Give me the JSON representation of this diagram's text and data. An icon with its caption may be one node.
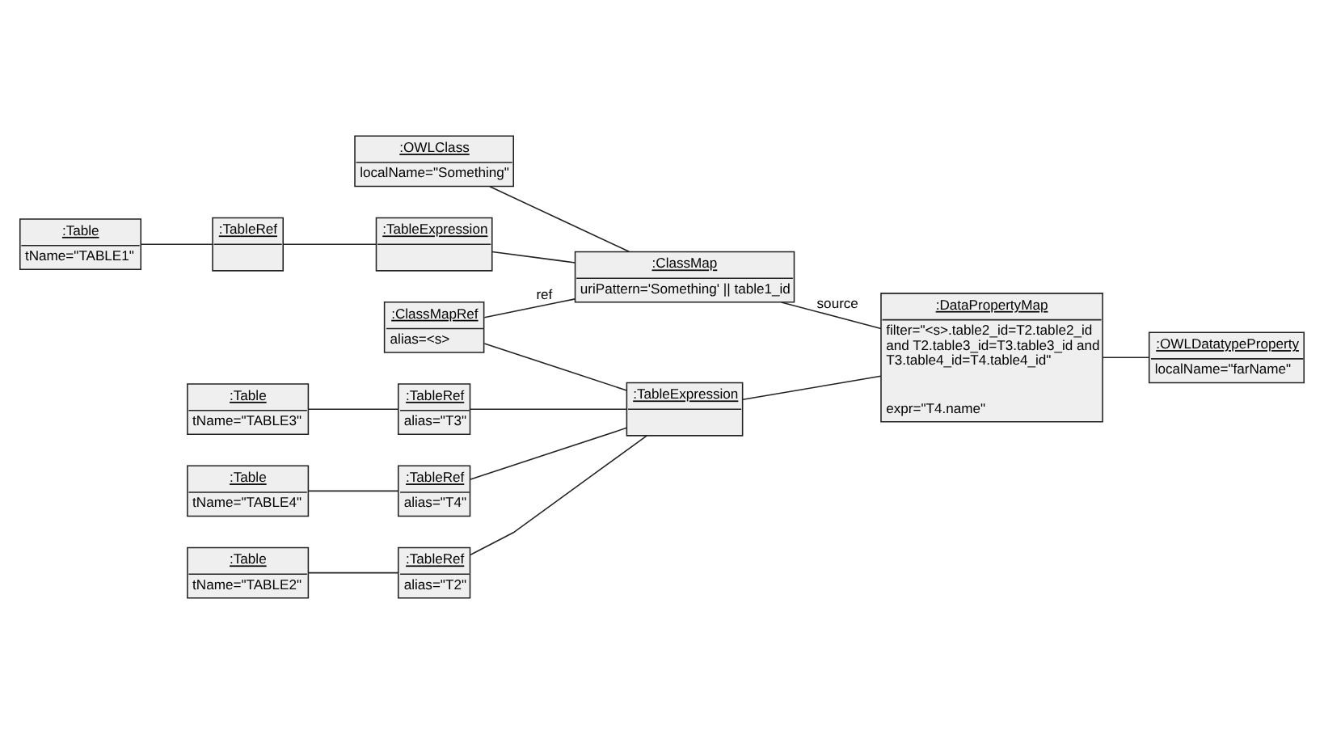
{
  "diagram": {
    "nodes": [
      {
        "text": [
          ":Table",
          "tName=\"TABLE1\""
        ]
      },
      {
        "text": [
          ":TableRef"
        ]
      },
      {
        "text": [
          ":TableExpression"
        ]
      },
      {
        "text": [
          ":OWLClass",
          "localName=\"Something\""
        ]
      },
      {
        "text": [
          ":ClassMapRef",
          "alias=<s>"
        ]
      },
      {
        "text": [
          ":ClassMap",
          "uriPattern='Something' || table1_id"
        ]
      },
      {
        "text": [
          ":Table",
          "tName=\"TABLE2\""
        ]
      },
      {
        "text": [
          ":TableRef",
          "alias=\"T2\""
        ]
      },
      {
        "text": [
          ":TableExpression"
        ]
      },
      {
        "text": [
          ":DataPropertyMap",
          "filter=\"<s>.table2_id=T2.table2_id and T2.table3_id=T3.table3_id and T3.table4_id=T4.table4_id\"",
          "expr=\"T4.name\""
        ]
      },
      {
        "text": [
          ":Table",
          "tName=\"TABLE3\""
        ]
      },
      {
        "text": [
          ":TableRef",
          "alias=\"T3\""
        ]
      },
      {
        "text": [
          ":Table",
          "tName=\"TABLE4\""
        ]
      },
      {
        "text": [
          ":TableRef",
          "alias=\"T4\""
        ]
      },
      {
        "text": [
          ":OWLDatatypeProperty",
          "localName=\"farName\""
        ]
      }
    ],
    "edges": [
      {
        "from": 0,
        "to": 1,
        "arrow": "none"
      },
      {
        "from": 1,
        "to": 2,
        "arrow": "none"
      },
      {
        "from": 2,
        "to": 5,
        "arrow": "none"
      },
      {
        "from": 3,
        "to": 5,
        "arrow": "none"
      },
      {
        "from": 4,
        "to": 5,
        "arrow": "none",
        "label": "ref"
      },
      {
        "from": 5,
        "to": 9,
        "arrow": "none",
        "label": "source"
      },
      {
        "from": 4,
        "to": 8,
        "arrow": "none"
      },
      {
        "from": 6,
        "to": 7,
        "arrow": "none"
      },
      {
        "from": 7,
        "to": 8,
        "arrow": "none"
      },
      {
        "from": 8,
        "to": 9,
        "arrow": "none"
      },
      {
        "from": 10,
        "to": 11,
        "arrow": "none"
      },
      {
        "from": 11,
        "to": 8,
        "arrow": "none"
      },
      {
        "from": 12,
        "to": 13,
        "arrow": "none"
      },
      {
        "from": 13,
        "to": 8,
        "arrow": "none"
      },
      {
        "from": 9,
        "to": 14,
        "arrow": "none"
      }
    ]
  }
}
